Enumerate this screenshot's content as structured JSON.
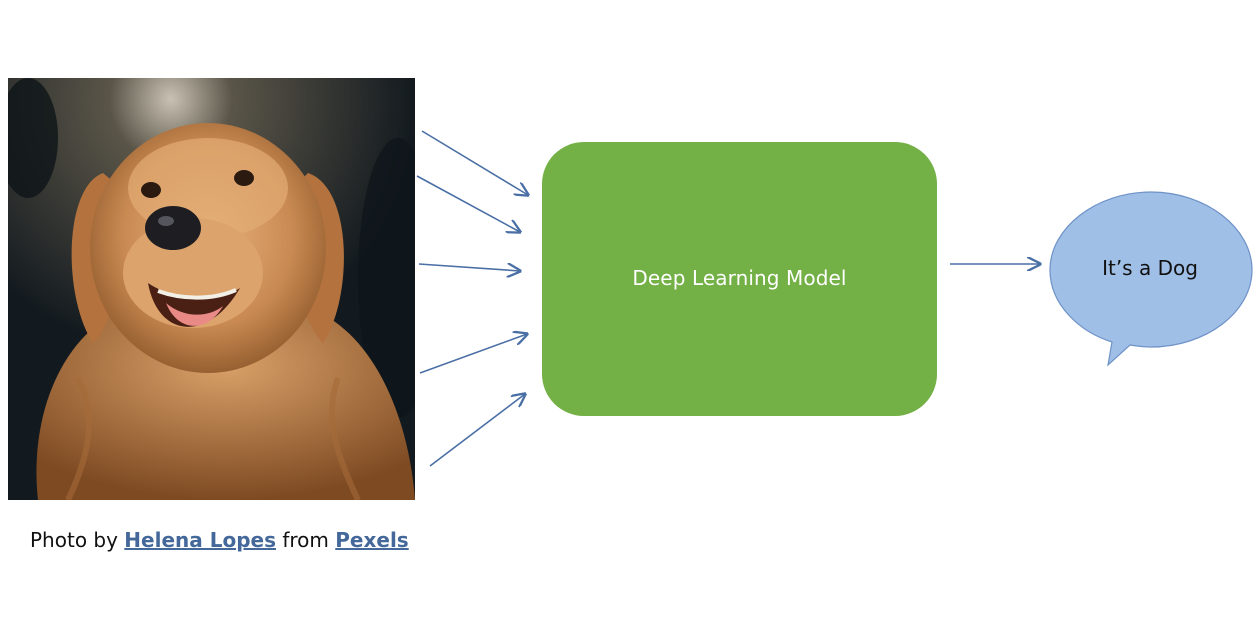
{
  "model_label": "Deep Learning Model",
  "output_label": "It’s a Dog",
  "caption": {
    "prefix": "Photo by ",
    "author": "Helena Lopes",
    "middle": " from ",
    "source": "Pexels"
  },
  "colors": {
    "model_fill": "#73b046",
    "bubble_fill": "#a0bfe6",
    "bubble_stroke": "#6e92c8",
    "arrow": "#4a6fa5",
    "link": "#44689a"
  }
}
